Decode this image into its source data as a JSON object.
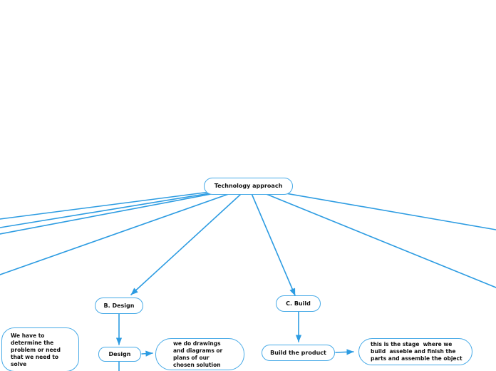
{
  "colors": {
    "connector": "#2d9ce2",
    "node_border": "#47aae7",
    "node_fill": "#ffffff",
    "text": "#111111"
  },
  "nodes": {
    "root": {
      "label": "Technology approach"
    },
    "b_design": {
      "label": "B. Design"
    },
    "c_build": {
      "label": "C. Build"
    },
    "design": {
      "label": "Design"
    },
    "build_product": {
      "label": "Build the product"
    },
    "problem_note": {
      "text": "We have to\ndetermine the\nproblem or need\nthat we need to\nsolve"
    },
    "design_note": {
      "text": "we do drawings\nand diagrams or\nplans of our\nchosen solution"
    },
    "build_note": {
      "text": "this is the stage  where we\nbuild  asseble and finish the\nparts and assemble the object"
    }
  },
  "edges": [
    {
      "from": "root",
      "to": "offscreen-left-1"
    },
    {
      "from": "root",
      "to": "offscreen-left-2"
    },
    {
      "from": "root",
      "to": "offscreen-left-3"
    },
    {
      "from": "root",
      "to": "offscreen-left-4"
    },
    {
      "from": "root",
      "to": "b_design",
      "arrow": true
    },
    {
      "from": "root",
      "to": "c_build",
      "arrow": true
    },
    {
      "from": "root",
      "to": "offscreen-right-1"
    },
    {
      "from": "root",
      "to": "offscreen-right-2"
    },
    {
      "from": "b_design",
      "to": "design",
      "arrow": true
    },
    {
      "from": "design",
      "to": "design_note",
      "arrow": true
    },
    {
      "from": "design",
      "to": "offscreen-bottom"
    },
    {
      "from": "c_build",
      "to": "build_product",
      "arrow": true
    },
    {
      "from": "build_product",
      "to": "build_note",
      "arrow": true
    }
  ]
}
